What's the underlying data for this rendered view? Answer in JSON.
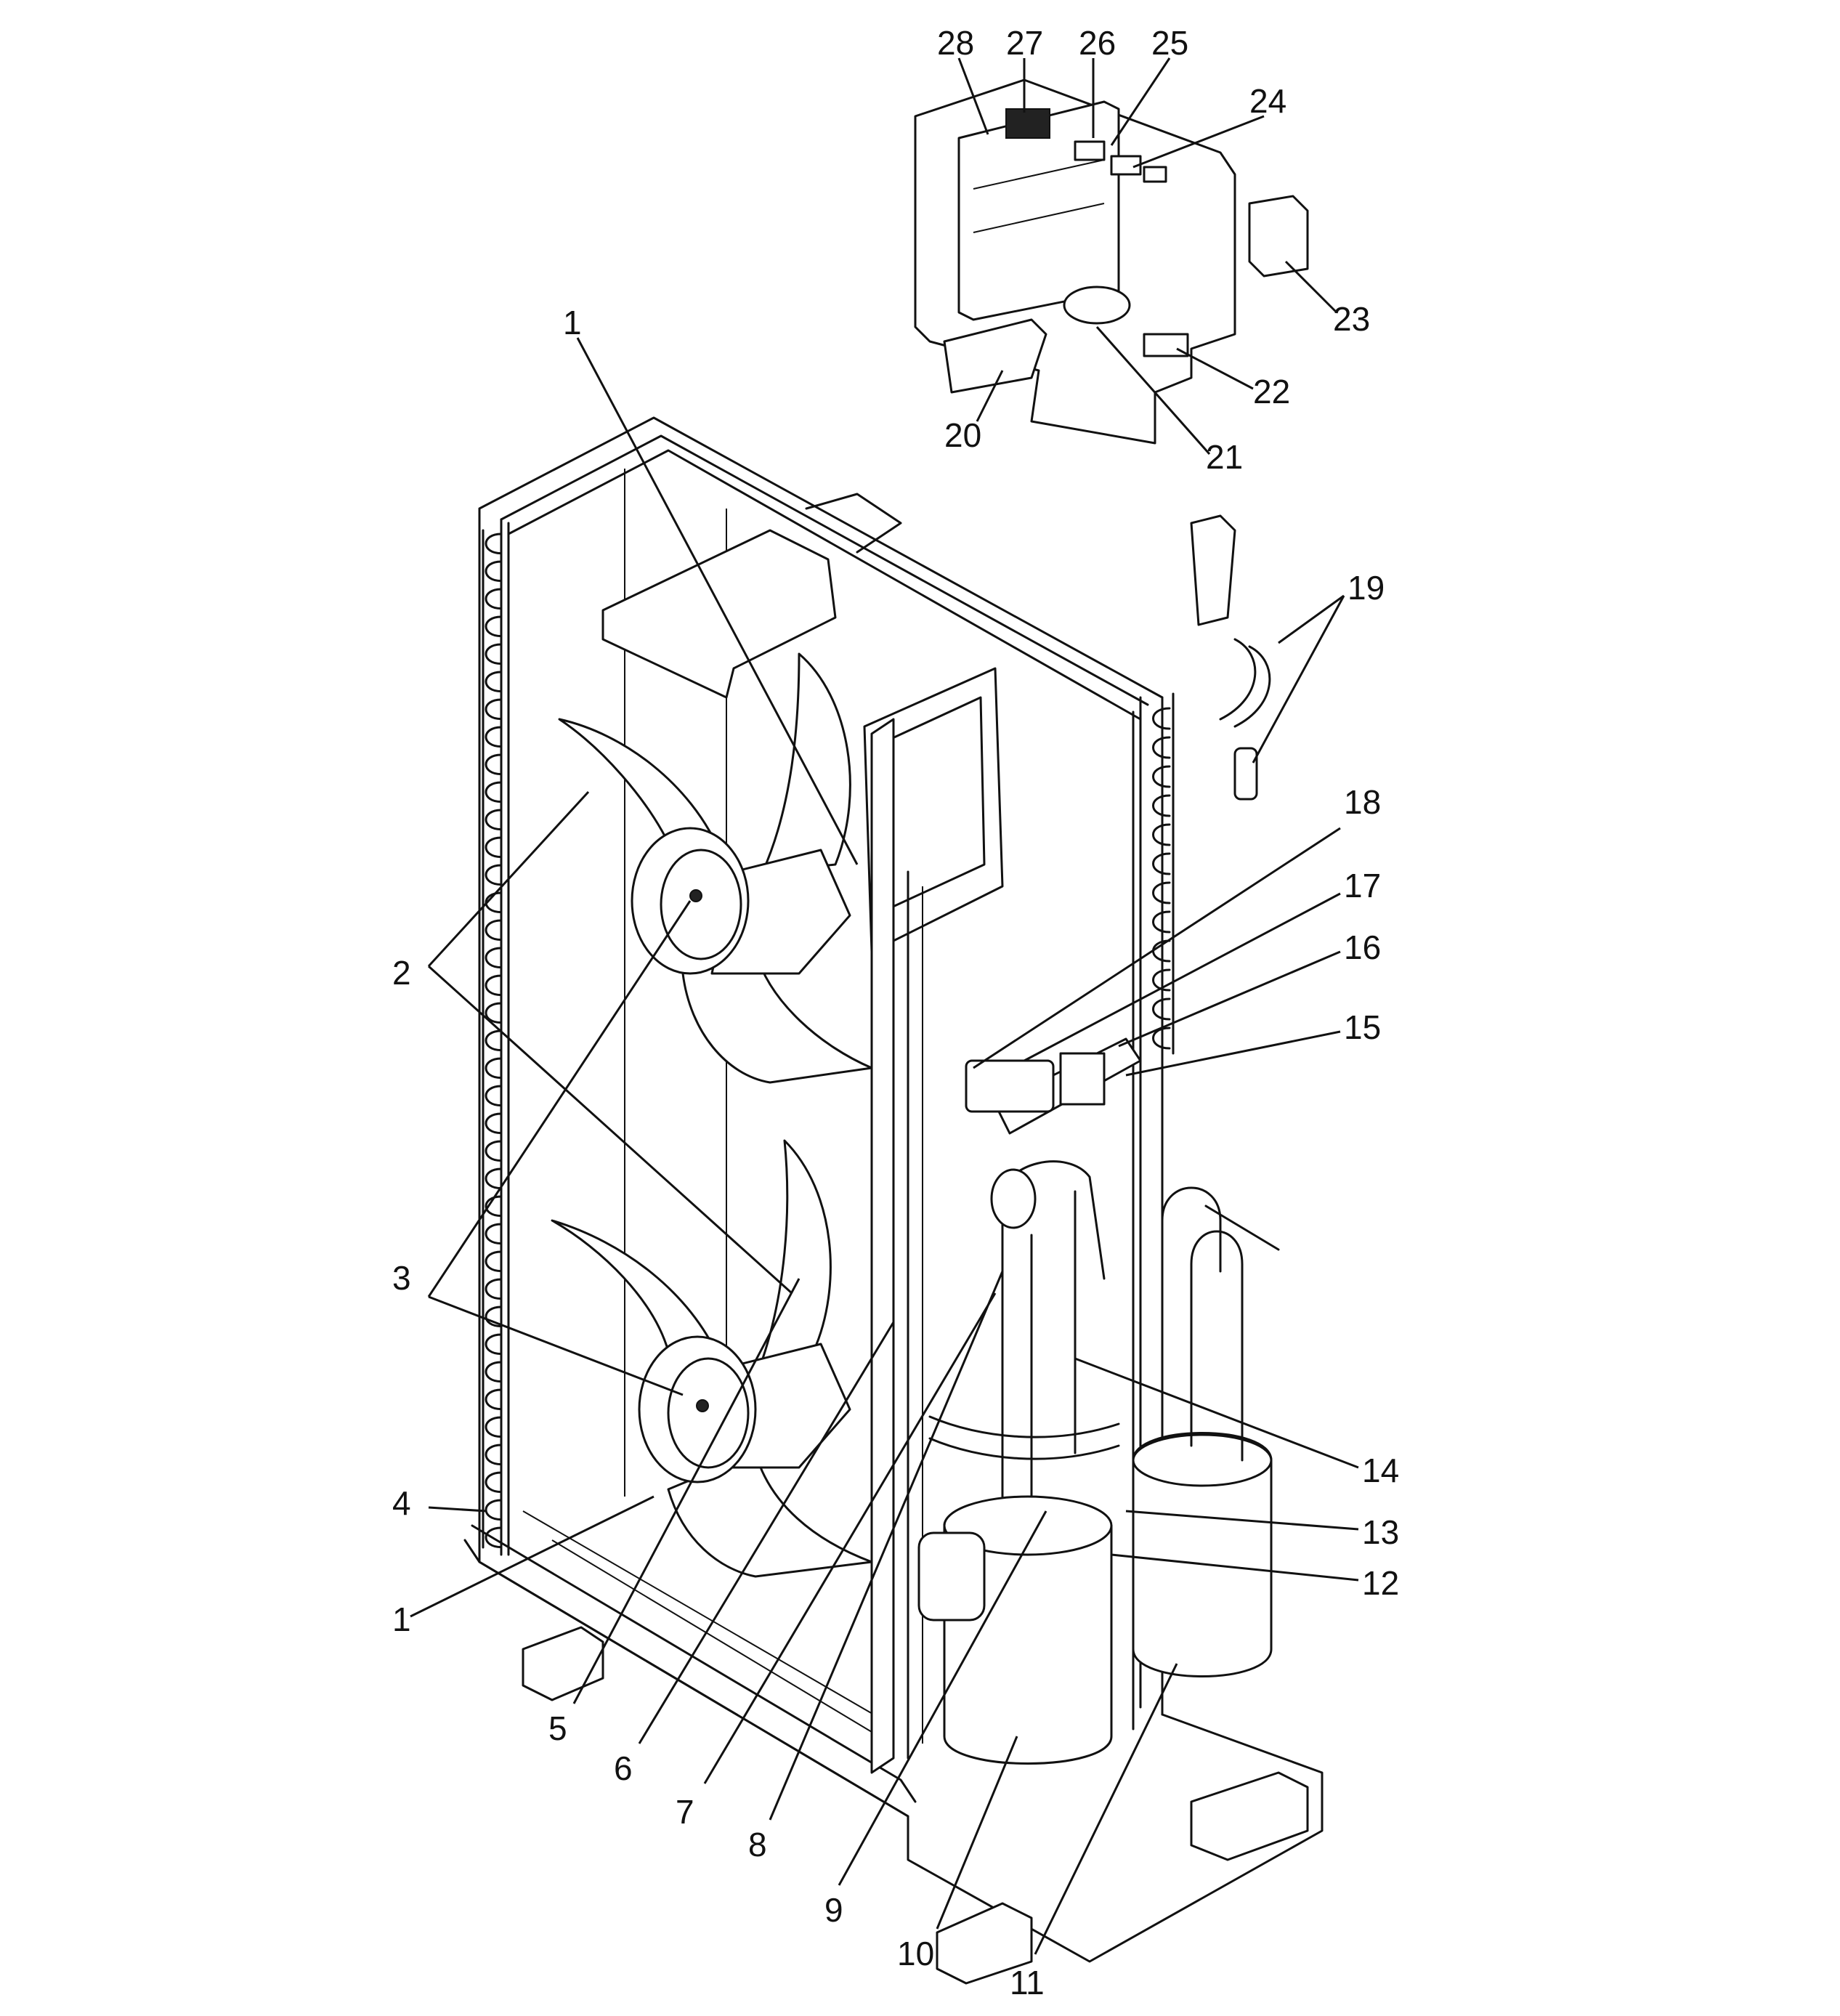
{
  "callouts": [
    {
      "id": "c1a",
      "label": "1"
    },
    {
      "id": "c1b",
      "label": "1"
    },
    {
      "id": "c2",
      "label": "2"
    },
    {
      "id": "c3",
      "label": "3"
    },
    {
      "id": "c4",
      "label": "4"
    },
    {
      "id": "c5",
      "label": "5"
    },
    {
      "id": "c6",
      "label": "6"
    },
    {
      "id": "c7",
      "label": "7"
    },
    {
      "id": "c8",
      "label": "8"
    },
    {
      "id": "c9",
      "label": "9"
    },
    {
      "id": "c10",
      "label": "10"
    },
    {
      "id": "c11",
      "label": "11"
    },
    {
      "id": "c12",
      "label": "12"
    },
    {
      "id": "c13",
      "label": "13"
    },
    {
      "id": "c14",
      "label": "14"
    },
    {
      "id": "c15",
      "label": "15"
    },
    {
      "id": "c16",
      "label": "16"
    },
    {
      "id": "c17",
      "label": "17"
    },
    {
      "id": "c18",
      "label": "18"
    },
    {
      "id": "c19",
      "label": "19"
    },
    {
      "id": "c20",
      "label": "20"
    },
    {
      "id": "c21",
      "label": "21"
    },
    {
      "id": "c22",
      "label": "22"
    },
    {
      "id": "c23",
      "label": "23"
    },
    {
      "id": "c24",
      "label": "24"
    },
    {
      "id": "c25",
      "label": "25"
    },
    {
      "id": "c26",
      "label": "26"
    },
    {
      "id": "c27",
      "label": "27"
    },
    {
      "id": "c28",
      "label": "28"
    }
  ]
}
